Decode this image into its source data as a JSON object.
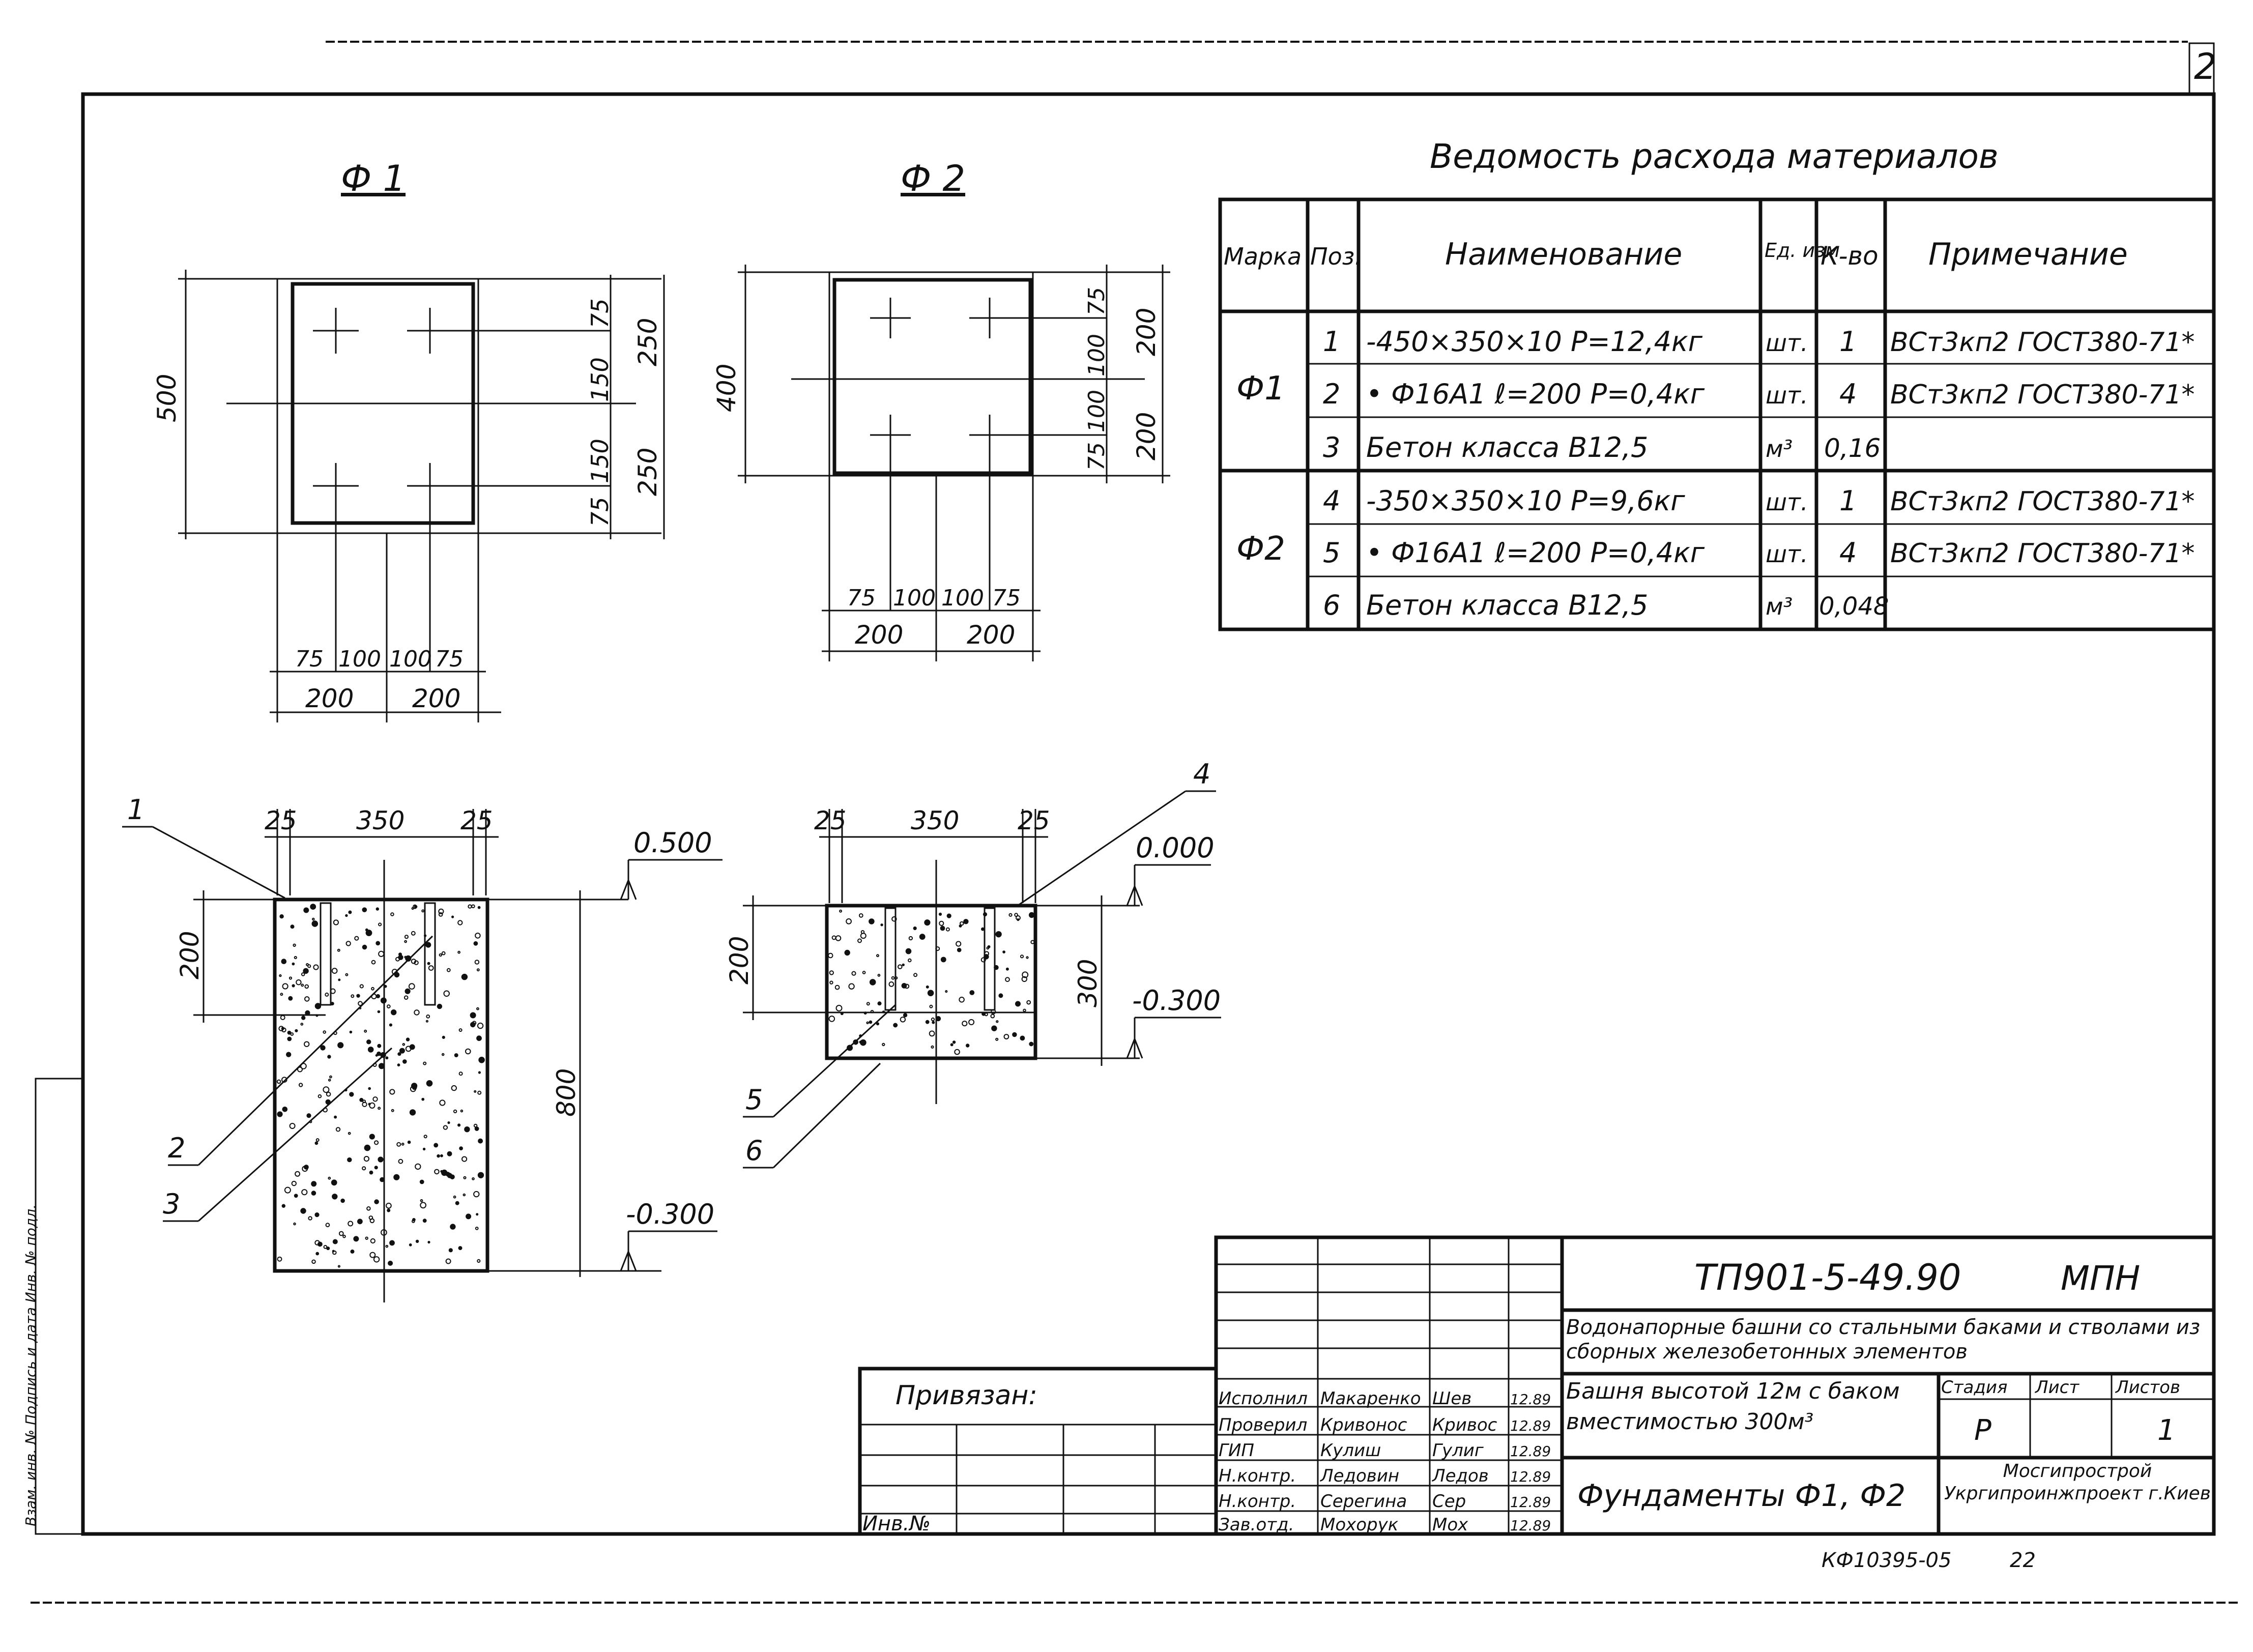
{
  "sheet_number": "2",
  "table": {
    "title": "Ведомость расхода материалов",
    "headers": {
      "mark": "Марка",
      "pos": "Поз.",
      "name": "Наименование",
      "unit": "Ед. изм",
      "qty": "К-во",
      "note": "Примечание"
    },
    "groups": [
      {
        "mark": "Ф1",
        "rows": [
          {
            "pos": "1",
            "name": "-450×350×10  P=12,4кг",
            "unit": "шт.",
            "qty": "1",
            "note": "ВСт3кп2 ГОСТ380-71*"
          },
          {
            "pos": "2",
            "name": "• Ф16А1  ℓ=200  P=0,4кг",
            "unit": "шт.",
            "qty": "4",
            "note": "ВСт3кп2 ГОСТ380-71*"
          },
          {
            "pos": "3",
            "name": "Бетон класса  В12,5",
            "unit": "м³",
            "qty": "0,16",
            "note": ""
          }
        ]
      },
      {
        "mark": "Ф2",
        "rows": [
          {
            "pos": "4",
            "name": "-350×350×10  P=9,6кг",
            "unit": "шт.",
            "qty": "1",
            "note": "ВСт3кп2 ГОСТ380-71*"
          },
          {
            "pos": "5",
            "name": "• Ф16А1  ℓ=200  P=0,4кг",
            "unit": "шт.",
            "qty": "4",
            "note": "ВСт3кп2 ГОСТ380-71*"
          },
          {
            "pos": "6",
            "name": "Бетон класса  В12,5",
            "unit": "м³",
            "qty": "0,048",
            "note": ""
          }
        ]
      }
    ]
  },
  "plan_f1": {
    "title": "Ф 1",
    "dims": {
      "left": "500",
      "right_a": "75",
      "right_b": "150",
      "right_c": "150",
      "right_d": "75",
      "right_e": "250",
      "right_f": "250",
      "bot_a": "75",
      "bot_b": "100",
      "bot_c": "100",
      "bot_d": "75",
      "bot_e": "200",
      "bot_f": "200"
    }
  },
  "plan_f2": {
    "title": "Ф 2",
    "dims": {
      "left": "400",
      "right_a": "75",
      "right_b": "100",
      "right_c": "100",
      "right_d": "75",
      "right_e": "200",
      "right_f": "200",
      "bot_a": "75",
      "bot_b": "100",
      "bot_c": "100",
      "bot_d": "75",
      "bot_e": "200",
      "bot_f": "200"
    }
  },
  "section_f1": {
    "top_dims": {
      "a": "25",
      "b": "350",
      "c": "25"
    },
    "left_dim": "200",
    "right_dim": "800",
    "level_top": "0.500",
    "level_bottom": "-0.300",
    "callouts": [
      "1",
      "2",
      "3"
    ]
  },
  "section_f2": {
    "top_dims": {
      "a": "25",
      "b": "350",
      "c": "25"
    },
    "left_dim": "200",
    "right_dim": "300",
    "level_top": "0.000",
    "level_bottom": "-0.300",
    "callouts": [
      "4",
      "5",
      "6"
    ]
  },
  "title_block": {
    "doc_code": "ТП901-5-49.90",
    "part": "МПН",
    "project": "Водонапорные башни со стальными баками и стволами из сборных железобетонных элементов",
    "object": "Башня высотой 12м с баком вместимостью 300м³",
    "sheet_title": "Фундаменты Ф1, Ф2",
    "org": "Мосгипрострой Укргипроинжпроект г.Киев",
    "stage_label": "Стадия",
    "sheet_label": "Лист",
    "sheets_label": "Листов",
    "stage": "Р",
    "sheets": "1",
    "privyazan": "Привязан:",
    "inv": "Инв.№",
    "roles": [
      "Исполнил",
      "Проверил",
      "ГИП",
      "Н.контр.",
      "Н.контр.",
      "Зав.отд."
    ],
    "names": [
      "Макаренко",
      "Кривонос",
      "Кулиш",
      "Ледовин",
      "Серегина",
      "Мохорук"
    ],
    "signs": [
      "Шев",
      "Кривос",
      "Гулиг",
      "Ледов",
      "Сер",
      "Мох"
    ],
    "dates": [
      "12.89",
      "12.89",
      "12.89",
      "12.89",
      "12.89",
      "12.89"
    ],
    "bottom_code": "КФ10395-05",
    "bottom_num": "22"
  },
  "side_stamp": "Взам. инв. №  Подпись и дата  Инв. № подл."
}
